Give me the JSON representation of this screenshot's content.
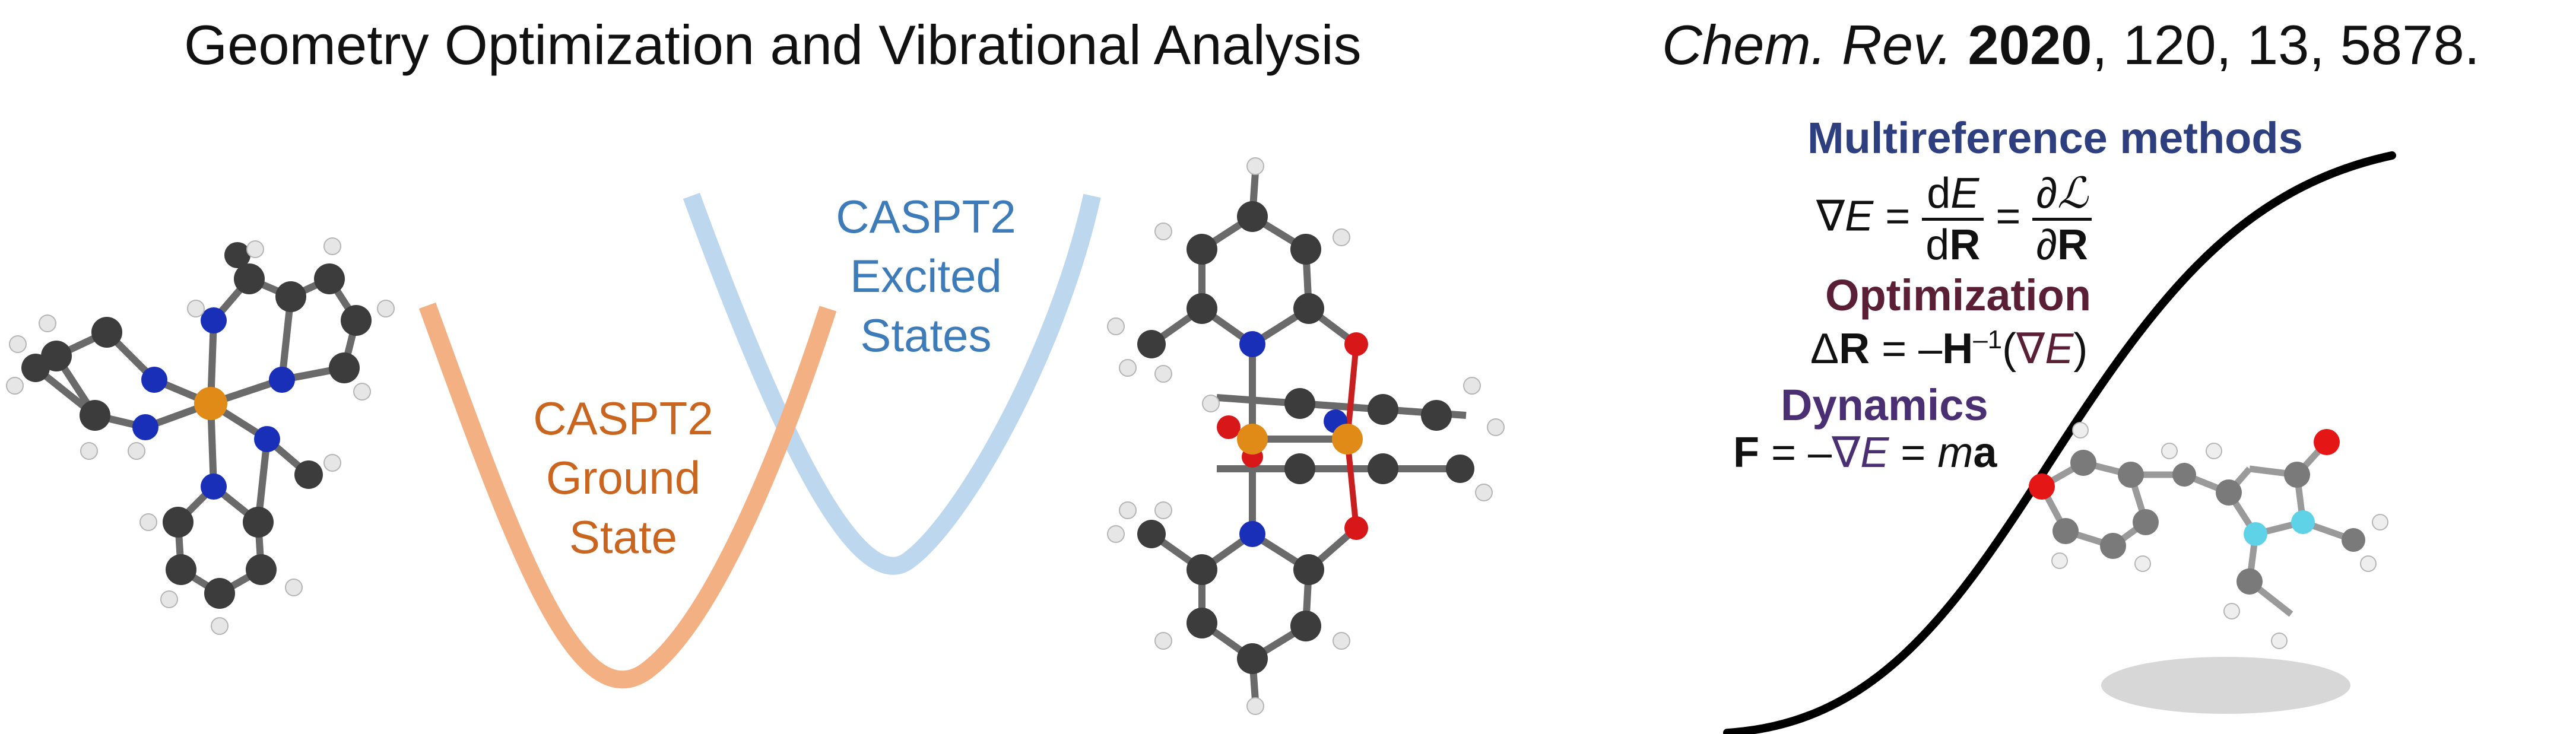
{
  "header": {
    "title": "Geometry Optimization and Vibrational Analysis",
    "citation_journal": "Chem. Rev.",
    "citation_year": "2020",
    "citation_rest": ", 120, 13, 5878."
  },
  "curves": {
    "ground": {
      "label_lines": [
        "CASPT2",
        "Ground",
        "State"
      ],
      "color": "#f2b083"
    },
    "excited": {
      "label_lines": [
        "CASPT2",
        "Excited",
        "States"
      ],
      "color": "#bcd7ee"
    }
  },
  "label_colors": {
    "ground": "#c9651e",
    "excited": "#3d7cb8"
  },
  "methods": {
    "multireference": {
      "heading": "Multireference methods",
      "color": "#2e3f7f"
    },
    "optimization": {
      "heading": "Optimization",
      "color": "#5a1f35"
    },
    "dynamics": {
      "heading": "Dynamics",
      "color": "#4a2f73"
    }
  },
  "atom_colors": {
    "carbon": "#3c3c3c",
    "hydrogen": "#e6e6e6",
    "nitrogen": "#1a2fb8",
    "oxygen": "#d81818",
    "copper": "#e08a18",
    "nitrogen_light": "#5ed2e6"
  }
}
